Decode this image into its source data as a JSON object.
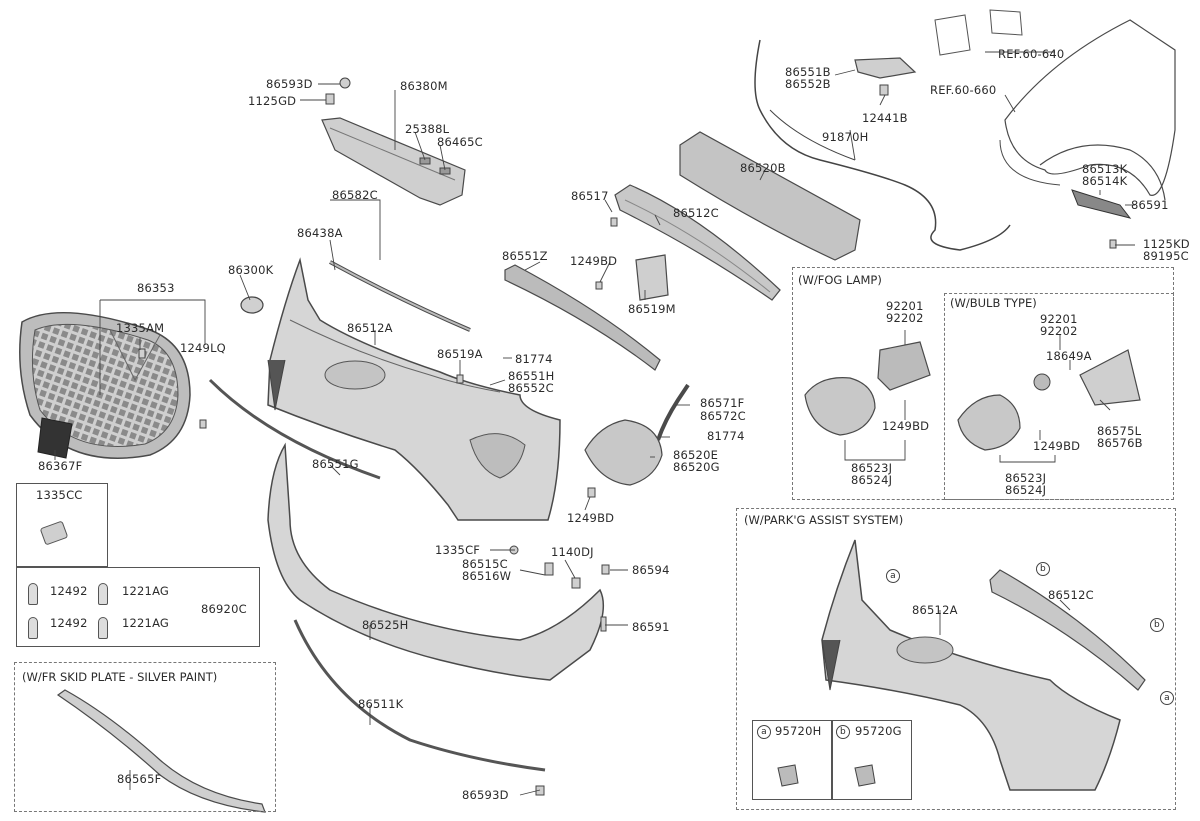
{
  "labels": {
    "l_86593D_top": "86593D",
    "l_1125GD": "1125GD",
    "l_86380M": "86380M",
    "l_25388L": "25388L",
    "l_86465C": "86465C",
    "l_86582C": "86582C",
    "l_86438A": "86438A",
    "l_86300K": "86300K",
    "l_86353": "86353",
    "l_1335AM": "1335AM",
    "l_1249LQ": "1249LQ",
    "l_86367F": "86367F",
    "l_86512A": "86512A",
    "l_86519A": "86519A",
    "l_81774_a": "81774",
    "l_86551H": "86551H",
    "l_86552C": "86552C",
    "l_86551Z": "86551Z",
    "l_86517": "86517",
    "l_86512C": "86512C",
    "l_1249BD_a": "1249BD",
    "l_86519M": "86519M",
    "l_86520B": "86520B",
    "l_86571F": "86571F",
    "l_86572C": "86572C",
    "l_81774_b": "81774",
    "l_86520E": "86520E",
    "l_86520G": "86520G",
    "l_1249BD_b": "1249BD",
    "l_86551G": "86551G",
    "l_1335CF": "1335CF",
    "l_86515C": "86515C",
    "l_86516W": "86516W",
    "l_1140DJ": "1140DJ",
    "l_86594": "86594",
    "l_86591_a": "86591",
    "l_86525H": "86525H",
    "l_86511K": "86511K",
    "l_86593D_bot": "86593D",
    "l_86565F": "86565F",
    "l_86551B": "86551B",
    "l_86552B": "86552B",
    "l_12441B": "12441B",
    "l_91870H": "91870H",
    "l_ref_640": "REF.60-640",
    "l_ref_660": "REF.60-660",
    "l_86513K": "86513K",
    "l_86514K": "86514K",
    "l_86591_b": "86591",
    "l_1125KD": "1125KD",
    "l_89195C": "89195C",
    "l_1335CC": "1335CC",
    "l_12492_a": "12492",
    "l_1221AG_a": "1221AG",
    "l_12492_b": "12492",
    "l_1221AG_b": "1221AG",
    "l_86920C": "86920C",
    "l_92201_a": "92201",
    "l_92202_a": "92202",
    "l_1249BD_c": "1249BD",
    "l_86523J_a": "86523J",
    "l_86524J_a": "86524J",
    "l_92201_b": "92201",
    "l_92202_b": "92202",
    "l_18649A": "18649A",
    "l_86575L": "86575L",
    "l_86576B": "86576B",
    "l_1249BD_d": "1249BD",
    "l_86523J_b": "86523J",
    "l_86524J_b": "86524J",
    "l_86512A_b": "86512A",
    "l_86512C_b": "86512C",
    "l_95720H": "95720H",
    "l_95720G": "95720G",
    "mark_a": "a",
    "mark_b": "b"
  },
  "notes": {
    "fog": "(W/FOG LAMP)",
    "bulb": "(W/BULB TYPE)",
    "park": "(W/PARK'G ASSIST SYSTEM)",
    "skid": "(W/FR SKID PLATE - SILVER PAINT)"
  },
  "colors": {
    "part_fill": "#d6d6d6",
    "part_stroke": "#4a4a4a",
    "line": "#444444",
    "dark": "#555555"
  }
}
